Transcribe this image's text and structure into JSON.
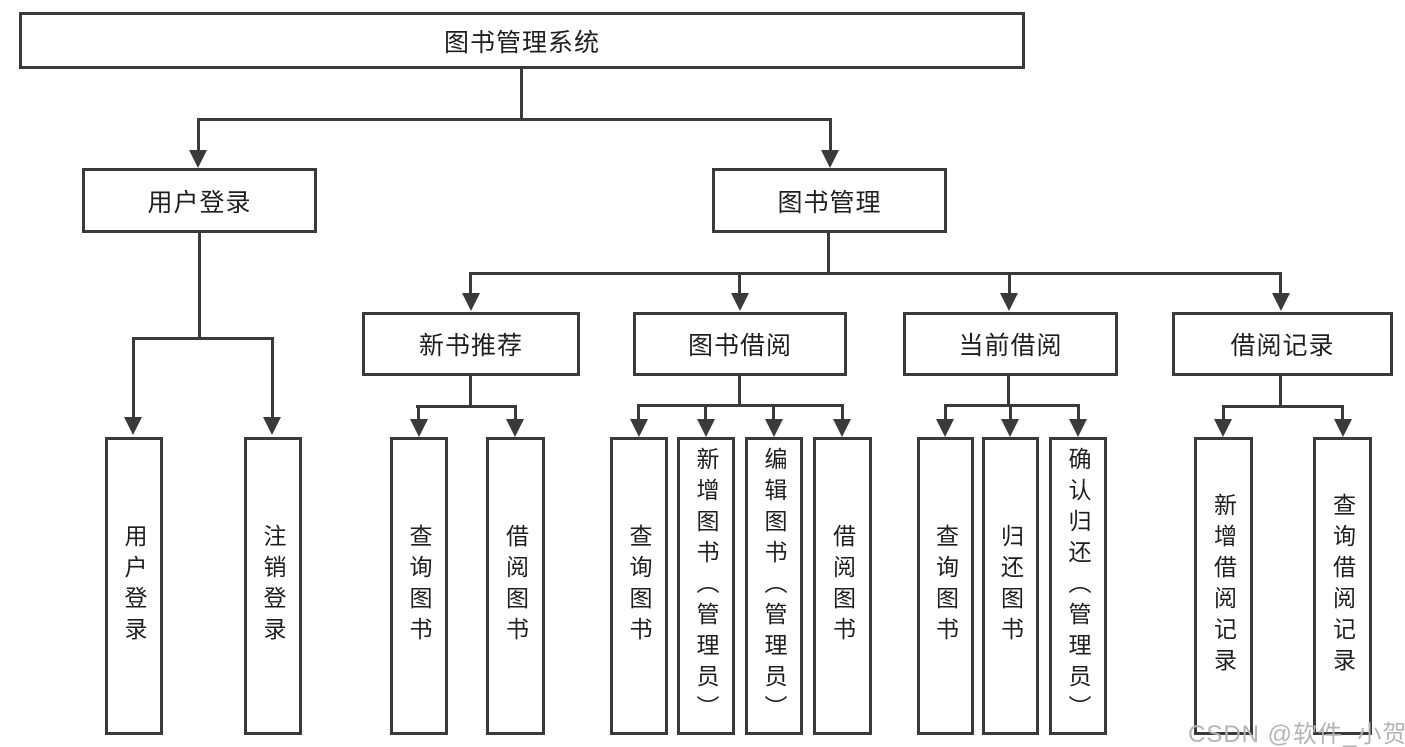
{
  "colors": {
    "background": "#ffffff",
    "line": "#3a3a3a",
    "text": "#1f1f1f",
    "watermark": "#b5b5b5"
  },
  "watermark": {
    "text": "CSDN @软件_小贺同学"
  },
  "tree": {
    "root": {
      "label": "图书管理系统",
      "children": [
        {
          "label": "用户登录",
          "children": [
            {
              "label": "用户登录"
            },
            {
              "label": "注销登录"
            }
          ]
        },
        {
          "label": "图书管理",
          "children": [
            {
              "label": "新书推荐",
              "children": [
                {
                  "label": "查询图书"
                },
                {
                  "label": "借阅图书"
                }
              ]
            },
            {
              "label": "图书借阅",
              "children": [
                {
                  "label": "查询图书"
                },
                {
                  "label": "新增图书（管理员）"
                },
                {
                  "label": "编辑图书（管理员）"
                },
                {
                  "label": "借阅图书"
                }
              ]
            },
            {
              "label": "当前借阅",
              "children": [
                {
                  "label": "查询图书"
                },
                {
                  "label": "归还图书"
                },
                {
                  "label": "确认归还（管理员）"
                }
              ]
            },
            {
              "label": "借阅记录",
              "children": [
                {
                  "label": "新增借阅记录"
                },
                {
                  "label": "查询借阅记录"
                }
              ]
            }
          ]
        }
      ]
    }
  }
}
